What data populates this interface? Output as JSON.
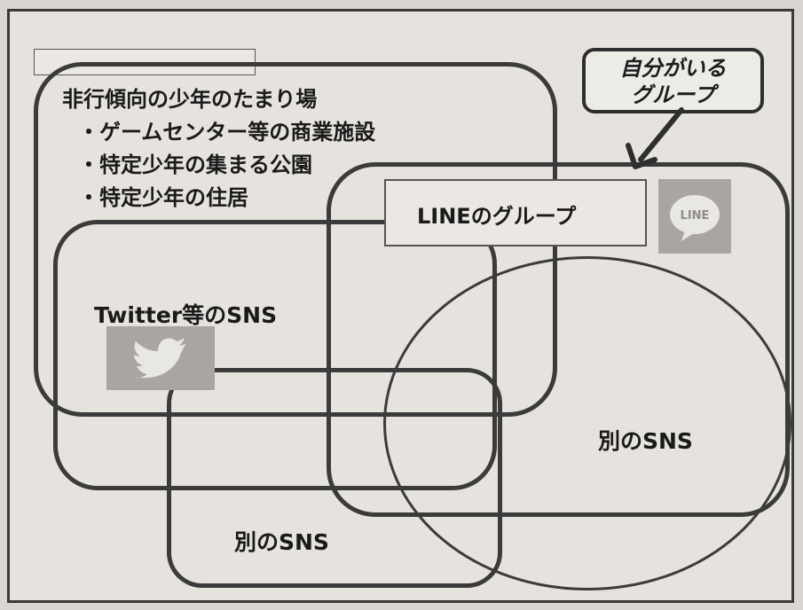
{
  "callout": {
    "line1": "自分がいる",
    "line2": "グループ"
  },
  "hangout": {
    "title": "非行傾向の少年のたまり場",
    "bullets": [
      "・ゲームセンター等の商業施設",
      "・特定少年の集まる公園",
      "・特定少年の住居"
    ]
  },
  "line_group": {
    "label": "LINEのグループ",
    "icon_text": "LINE",
    "icon": "line-logo-icon"
  },
  "twitter": {
    "label": "Twitter等のSNS",
    "icon": "twitter-bird-icon"
  },
  "other_sns_1": {
    "label": "別のSNS"
  },
  "other_sns_2": {
    "label": "別のSNS"
  },
  "colors": {
    "stroke": "#3b3b3b",
    "background": "#e6e3de",
    "icon_gray": "#a9a6a2"
  }
}
